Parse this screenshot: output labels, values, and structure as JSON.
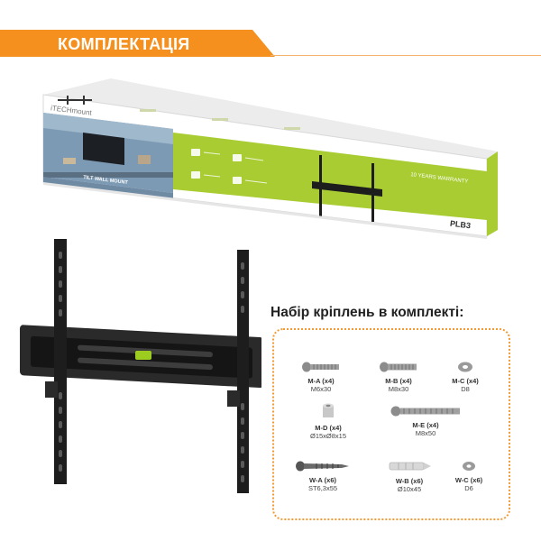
{
  "banner": {
    "title": "КОМПЛЕКТАЦІЯ",
    "color": "#f5901e"
  },
  "box": {
    "brand": "iTECHmount",
    "caption": "TILT WALL MOUNT",
    "warranty": "10 YEARS WARRANTY",
    "model": "PLB3"
  },
  "kit": {
    "title": "Набір кріплень в комплекті:",
    "parts": [
      {
        "code": "M-A (x4)",
        "size": "M6x30",
        "icon": "machine-screw-icon"
      },
      {
        "code": "M-B (x4)",
        "size": "M8x30",
        "icon": "machine-screw-icon"
      },
      {
        "code": "M-C (x4)",
        "size": "D8",
        "icon": "washer-icon"
      },
      {
        "code": "M-D (x4)",
        "size": "Ø15xØ8x15",
        "icon": "spacer-icon"
      },
      {
        "code": "M-E (x4)",
        "size": "M8x50",
        "icon": "long-screw-icon"
      },
      {
        "code": "W-A (x6)",
        "size": "ST6,3x55",
        "icon": "wood-screw-icon"
      },
      {
        "code": "W-B (x6)",
        "size": "Ø10x45",
        "icon": "wall-anchor-icon"
      },
      {
        "code": "W-C (x6)",
        "size": "D6",
        "icon": "washer-icon"
      }
    ]
  },
  "colors": {
    "accent": "#f5901e",
    "lime": "#a8cc32",
    "dark": "#1d1d1d"
  }
}
